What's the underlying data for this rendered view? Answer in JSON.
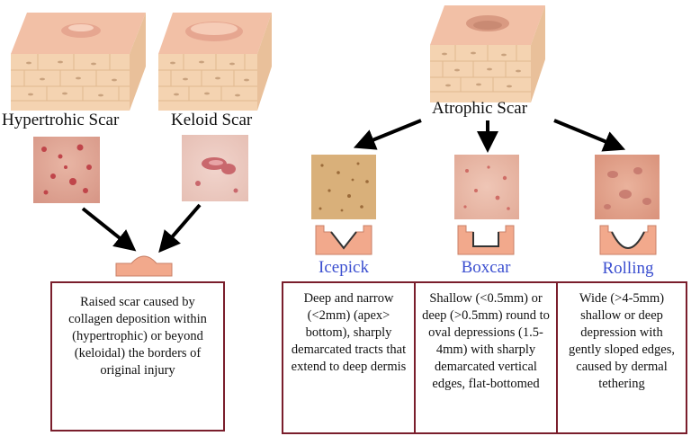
{
  "labels": {
    "hypertrophic": "Hypertrohic Scar",
    "keloid": "Keloid Scar",
    "atrophic": "Atrophic Scar",
    "icepick": "Icepick",
    "boxcar": "Boxcar",
    "rolling": "Rolling"
  },
  "descriptions": {
    "raised": "Raised scar caused by collagen deposition within (hypertrophic) or beyond (keloidal) the borders of original injury",
    "icepick": "Deep and narrow (<2mm) (apex> bottom), sharply demarcated tracts that extend to deep dermis",
    "boxcar": "Shallow (<0.5mm) or deep (>0.5mm) round to oval depressions (1.5-4mm) with sharply demarcated vertical edges, flat-bottomed",
    "rolling": "Wide (>4-5mm) shallow or deep depression with gently sloped edges, caused by dermal tethering"
  },
  "colors": {
    "box_border": "#7a1e2c",
    "type_label": "#3b4fd0",
    "skin_surface": "#f2c0a6",
    "skin_layer": "#f4d3b1",
    "profile_fill": "#f2a98c"
  }
}
